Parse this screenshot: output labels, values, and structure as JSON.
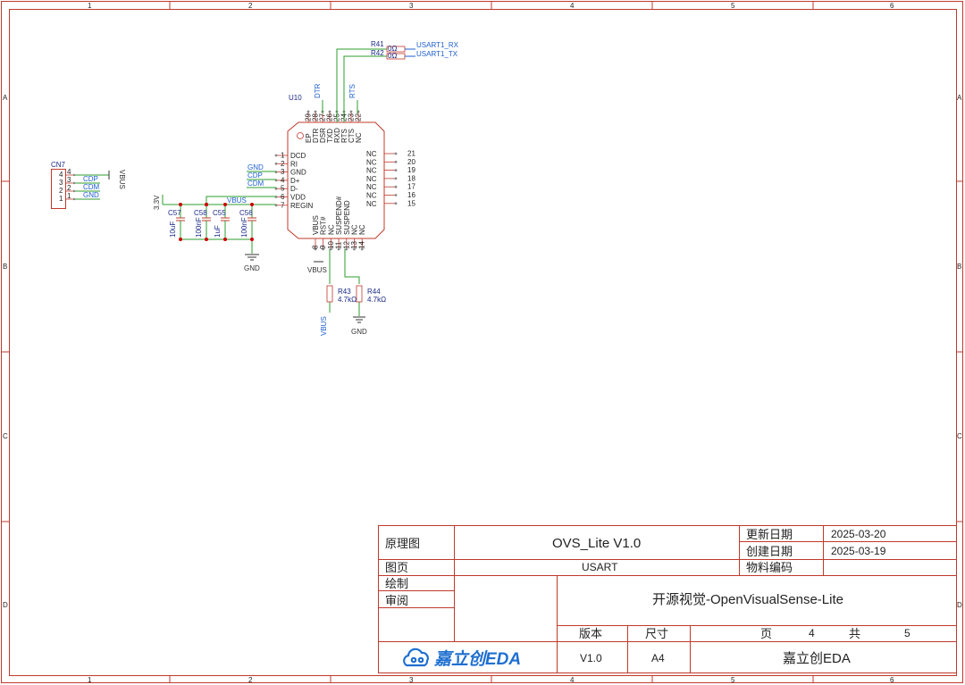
{
  "frame": {
    "column_labels": [
      "1",
      "2",
      "3",
      "4",
      "5",
      "6"
    ],
    "row_labels": [
      "A",
      "B",
      "C",
      "D"
    ]
  },
  "title_block": {
    "label_schematic": "原理图",
    "project_title": "OVS_Lite V1.0",
    "label_update_date": "更新日期",
    "update_date": "2025-03-20",
    "label_create_date": "创建日期",
    "create_date": "2025-03-19",
    "label_sheet": "图页",
    "sheet_name": "USART",
    "label_part_number": "物料编码",
    "label_drawn": "绘制",
    "label_review": "审阅",
    "description": "开源视觉-OpenVisualSense-Lite",
    "label_version": "版本",
    "label_size": "尺寸",
    "label_page": "页",
    "page": "4",
    "label_total": "共",
    "total": "5",
    "version": "V1.0",
    "size": "A4",
    "company": "嘉立创EDA",
    "logo_text": "嘉立创EDA"
  },
  "schematic": {
    "u10": {
      "designator": "U10",
      "left_pins": [
        {
          "num": "1",
          "name": "DCD"
        },
        {
          "num": "2",
          "name": "RI"
        },
        {
          "num": "3",
          "name": "GND"
        },
        {
          "num": "4",
          "name": "D+"
        },
        {
          "num": "5",
          "name": "D-"
        },
        {
          "num": "6",
          "name": "VDD"
        },
        {
          "num": "7",
          "name": "REGIN"
        }
      ],
      "top_pins": [
        {
          "num": "29",
          "name": "EP"
        },
        {
          "num": "28",
          "name": "DTR"
        },
        {
          "num": "27",
          "name": "DSR"
        },
        {
          "num": "26",
          "name": "TXD"
        },
        {
          "num": "25",
          "name": "RXD"
        },
        {
          "num": "24",
          "name": "RTS"
        },
        {
          "num": "23",
          "name": "CTS"
        },
        {
          "num": "22",
          "name": "NC"
        }
      ],
      "right_pins": [
        {
          "num": "21",
          "name": "NC"
        },
        {
          "num": "20",
          "name": "NC"
        },
        {
          "num": "19",
          "name": "NC"
        },
        {
          "num": "18",
          "name": "NC"
        },
        {
          "num": "17",
          "name": "NC"
        },
        {
          "num": "16",
          "name": "NC"
        },
        {
          "num": "15",
          "name": "NC"
        }
      ],
      "bottom_pins": [
        {
          "num": "8",
          "name": "VBUS"
        },
        {
          "num": "9",
          "name": "RST#"
        },
        {
          "num": "10",
          "name": "NC"
        },
        {
          "num": "11",
          "name": "SUSPEND#"
        },
        {
          "num": "12",
          "name": "SUSPEND"
        },
        {
          "num": "13",
          "name": "NC"
        },
        {
          "num": "14",
          "name": "NC"
        }
      ]
    },
    "cn7": {
      "designator": "CN7",
      "pins": [
        "4",
        "3",
        "2",
        "1"
      ],
      "nets": [
        "CDP",
        "CDM",
        "GND"
      ],
      "vbus_label": "VBUS"
    },
    "resistors": {
      "r41": {
        "designator": "R41",
        "value_short": "0Ω",
        "net": "USART1_RX"
      },
      "r42": {
        "designator": "R42",
        "value_short": "0Ω",
        "net": "USART1_TX"
      },
      "r43": {
        "designator": "R43",
        "value": "4.7kΩ"
      },
      "r44": {
        "designator": "R44",
        "value": "4.7kΩ"
      }
    },
    "capacitors": [
      {
        "designator": "C57",
        "value": "10uF"
      },
      {
        "designator": "C58",
        "value": "100nF"
      },
      {
        "designator": "C55",
        "value": "1uF"
      },
      {
        "designator": "C56",
        "value": "100nF"
      }
    ],
    "nets": {
      "dtr": "DTR",
      "rts": "RTS",
      "gnd": "GND",
      "cdp": "CDP",
      "cdm": "CDM",
      "vbus": "VBUS",
      "v33": "3.3V"
    }
  }
}
